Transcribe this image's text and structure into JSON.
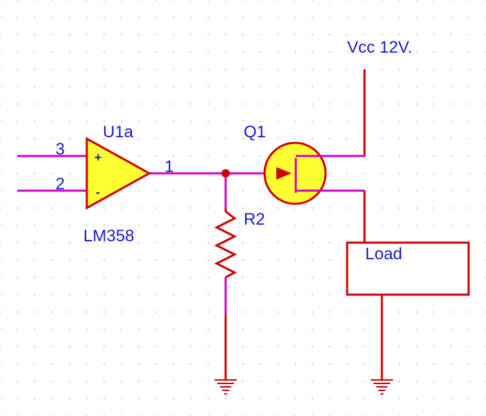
{
  "labels": {
    "vcc": "Vcc 12V.",
    "opamp_ref": "U1a",
    "opamp_part": "LM358",
    "transistor_ref": "Q1",
    "resistor_ref": "R2",
    "load": "Load"
  },
  "pins": {
    "noninverting": "3",
    "inverting": "2",
    "output": "1",
    "plus_sign": "+",
    "minus_sign": "-"
  },
  "colors": {
    "wire_power": "#cc0000",
    "wire_signal": "#cc00cc",
    "component_fill": "#ffff33",
    "label_text": "#1a1acc",
    "grid_dot": "#888888",
    "background": "#ffffff"
  }
}
